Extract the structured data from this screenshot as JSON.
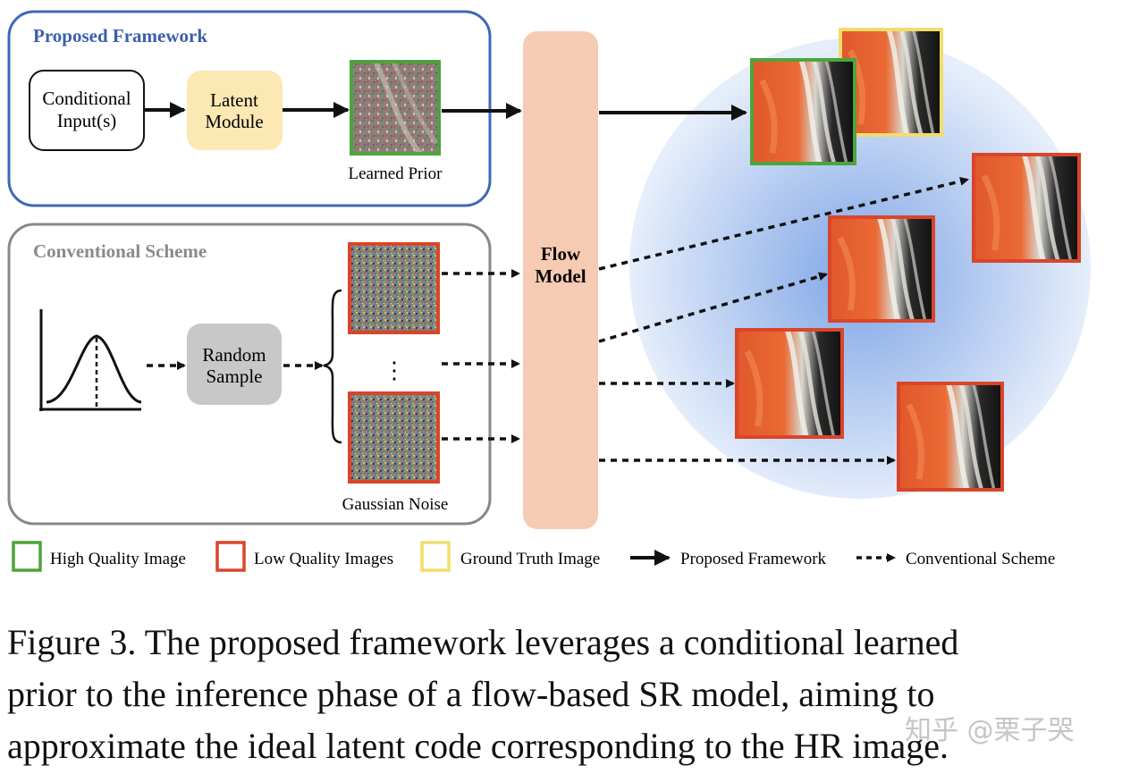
{
  "diagram": {
    "proposed_title": "Proposed Framework",
    "conventional_title": "Conventional Scheme",
    "conditional_input": [
      "Conditional",
      "Input(s)"
    ],
    "latent_module": [
      "Latent",
      "Module"
    ],
    "learned_prior": "Learned Prior",
    "random_sample": [
      "Random",
      "Sample"
    ],
    "vertical_dots": "⋮",
    "gaussian_noise": "Gaussian Noise",
    "flow_model": [
      "Flow",
      "Model"
    ]
  },
  "legend": {
    "high_quality": "High Quality Image",
    "low_quality": "Low Quality Images",
    "ground_truth": "Ground Truth Image",
    "proposed": "Proposed Framework",
    "conventional": "Conventional Scheme"
  },
  "caption": [
    "Figure 3. The proposed framework leverages a conditional learned",
    "prior to the inference phase of a flow-based SR model, aiming to",
    "approximate the ideal latent code corresponding to the HR image."
  ],
  "watermark": "知乎 @栗子哭",
  "colors": {
    "proposed_border": "#3f68b8",
    "proposed_title": "#3a5fae",
    "conventional_border": "#888888",
    "conventional_title": "#8a8a8a",
    "latent_fill": "#fbe8b3",
    "random_fill": "#c8c8c8",
    "flow_fill": "#f6cbb3",
    "green_frame": "#4da43b",
    "red_frame": "#d9452b",
    "yellow_frame": "#f2dd6c"
  }
}
